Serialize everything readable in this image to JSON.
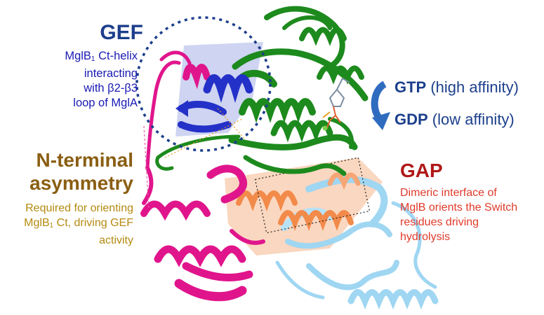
{
  "gef": {
    "title": "GEF",
    "desc_pre": "MglB",
    "desc_sub": "1",
    "desc_line1_post": " Ct-helix",
    "desc_line2": "interacting",
    "desc_line3": "with β2-β3",
    "desc_line4": "loop of MglA"
  },
  "nterminal": {
    "title_line1": "N-terminal",
    "title_line2": "asymmetry",
    "desc_line1": "Required for orienting",
    "desc_line2_pre": "MglB",
    "desc_line2_sub": "1",
    "desc_line2_post": " Ct, driving GEF",
    "desc_line3": "activity"
  },
  "nucleotide": {
    "gtp_bold": "GTP",
    "gtp_rest": " (high affinity)",
    "gdp_bold": "GDP",
    "gdp_rest": " (low affinity)"
  },
  "gap": {
    "title": "GAP",
    "desc_line1": "Dimeric interface of",
    "desc_line2": "MglB orients the Switch",
    "desc_line3": "residues driving",
    "desc_line4": "hydrolysis"
  },
  "colors": {
    "mgla_green": "#1d8a1d",
    "mglb1_magenta": "#e0158c",
    "mglb2_lightblue": "#8fd0f0",
    "gef_blue": "#2431c8",
    "gap_orange": "#f7a66a",
    "arrow_blue": "#2f6cc0"
  }
}
